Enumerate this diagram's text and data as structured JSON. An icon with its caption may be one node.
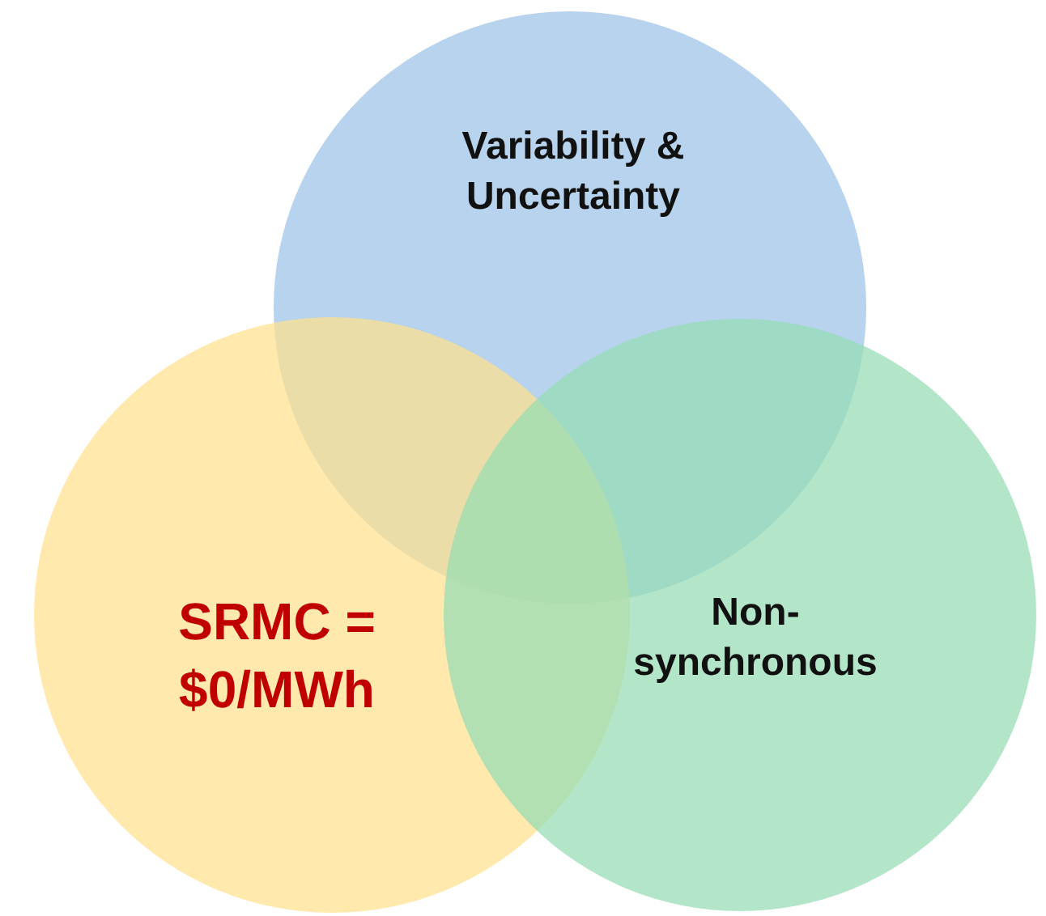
{
  "diagram": {
    "nodes": [
      {
        "text": [
          "Variability & Uncertainty"
        ]
      },
      {
        "text": [
          "SRMC = $0/MWh"
        ]
      },
      {
        "text": [
          "Non-synchronous"
        ]
      }
    ]
  }
}
